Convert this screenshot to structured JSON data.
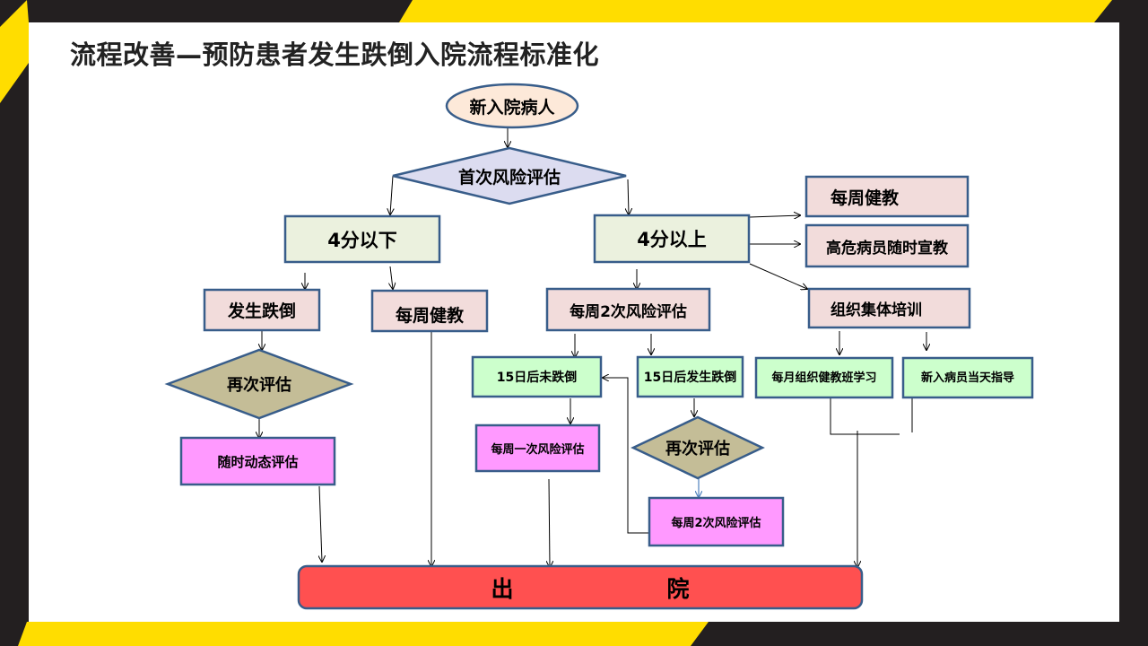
{
  "title": "流程改善—预防患者发生跌倒入院流程标准化",
  "colors": {
    "pink": "#f2dcdb",
    "green_light": "#ebf1de",
    "green": "#ccffcc",
    "magenta": "#ff99ff",
    "red": "#ff5050",
    "diamond_lavender": "#dcdcf0",
    "diamond_olive": "#c4bd97",
    "border": "#385d8a",
    "yellow": "#ffdd00"
  },
  "nodes": {
    "new_patient": "新入院病人",
    "first_assessment": "首次风险评估",
    "below4": "4分以下",
    "above4": "4分以上",
    "weekly_edu_right": "每周健教",
    "high_risk_edu": "高危病员随时宣教",
    "group_training": "组织集体培训",
    "fall_occurred": "发生跌倒",
    "weekly_edu_left": "每周健教",
    "twice_weekly_assess": "每周2次风险评估",
    "monthly_class": "每月组织健教班学习",
    "new_staff_guidance": "新入病员当天指导",
    "reassess_left": "再次评估",
    "no_fall_15": "15日后未跌倒",
    "fall_15": "15日后发生跌倒",
    "dynamic_assess": "随时动态评估",
    "once_weekly_assess": "每周一次风险评估",
    "reassess_right": "再次评估",
    "twice_weekly_assess_2": "每周2次风险评估",
    "discharge_left": "出",
    "discharge_right": "院"
  }
}
